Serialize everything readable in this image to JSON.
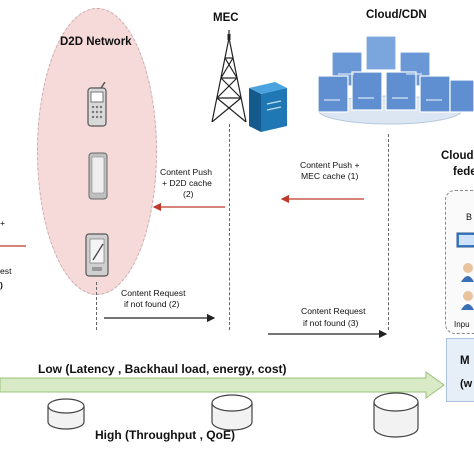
{
  "nodes": {
    "d2d": "D2D Network",
    "mec": "MEC",
    "cloud": "Cloud/CDN",
    "right_cut_1": "Cloud",
    "right_cut_2": "fede",
    "right_cut_3": "B",
    "right_cut_4": "Inpu",
    "right_cut_5": "M",
    "right_cut_6": "(w"
  },
  "arrows": {
    "push_mec_1": "Content Push +",
    "push_mec_2": "MEC cache (1)",
    "push_d2d_1": "Content Push",
    "push_d2d_2": "+ D2D cache",
    "push_d2d_3": "(2)",
    "request_2_1": "Content Request",
    "request_2_2": "if not found (2)",
    "request_3_1": "Content Request",
    "request_3_2": "if not found (3)",
    "left_cut_1": "+",
    "left_cut_2": "est",
    "left_cut_3": ")"
  },
  "scale": {
    "low": "Low (Latency , Backhaul load, energy, cost)",
    "high": "High (Throughput , QoE)"
  },
  "colors": {
    "ellipse_fill": "#f6dada",
    "ellipse_border": "#c9a9a9",
    "arrow_red": "#c0392b",
    "bar_green": "#d8ebc6",
    "bar_border": "#9cc27a",
    "server_blue": "#1f77b4",
    "cloud_blue": "#5f8fd0",
    "cloud_platter": "#dce6f2"
  }
}
